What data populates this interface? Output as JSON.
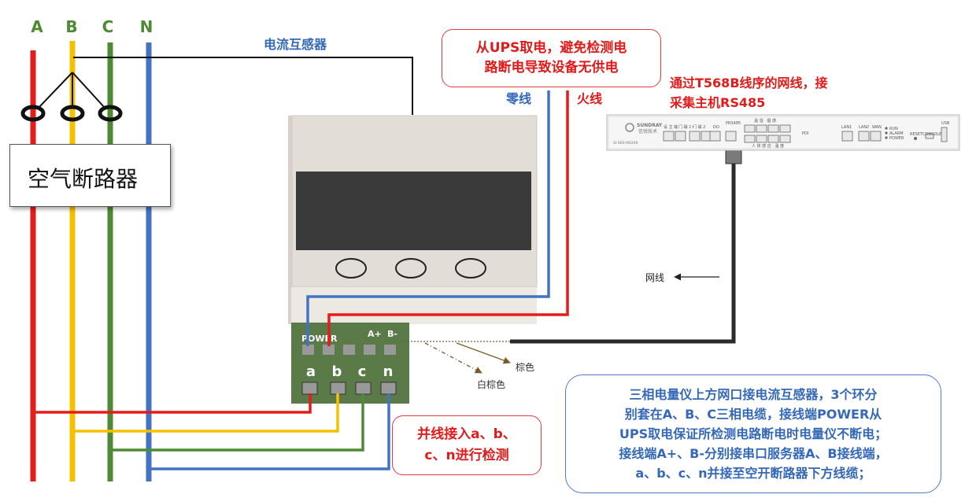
{
  "phase_labels": {
    "a": "A",
    "b": "B",
    "c": "C",
    "n": "N"
  },
  "breaker_label": "空气断路器",
  "ct_label": "电流互感器",
  "neutral_label": "零线",
  "live_label": "火线",
  "ups_note": {
    "line1": "从UPS取电，避免检测电",
    "line2": "路断电导致设备无供电"
  },
  "server_note": {
    "line1": "通过T568B线序的网线，接",
    "line2": "采集主机RS485"
  },
  "device": {
    "brand": "SUNDRAY",
    "brand_cn": "信锐技术",
    "model": "SI-SKS-M4200",
    "port_labels": [
      "设 主 输",
      "门 磁 1~",
      "门 磁 2",
      "DO",
      "PRS485",
      "温 湿 · 烟 感",
      "人 体 感 应 · 温 度",
      "LAN1",
      "LAN2",
      "WAN",
      "RUN",
      "ALARM",
      "POWER",
      "RESET",
      "CONSOLE",
      "USB",
      "PDI"
    ]
  },
  "net_cable_label": "网线",
  "terminal": {
    "power_label": "POWER",
    "a_plus": "A+",
    "b_minus": "B-",
    "letters": [
      "a",
      "b",
      "c",
      "n"
    ]
  },
  "brown_label": "棕色",
  "white_brown_label": "白棕色",
  "parallel_note": {
    "line1": "并线接入a、b、",
    "line2": "c、n进行检测"
  },
  "description": [
    "三相电量仪上方网口接电流互感器，3个环分",
    "别套在A、B、C三相电缆，接线端POWER从",
    "UPS取电保证所检测电路断电时电量仪不断电；",
    "接线端A+、B-分别接串口服务器A、B接线端，",
    "a、b、c、n并接至空开断路器下方线缆；"
  ],
  "colors": {
    "phase_a": "#e51c1c",
    "phase_b": "#f5c000",
    "phase_c": "#4e8a34",
    "neutral": "#4472c4",
    "accent_red": "#e01b1b",
    "accent_blue": "#3568b7",
    "terminal_green": "#5a7a47"
  }
}
